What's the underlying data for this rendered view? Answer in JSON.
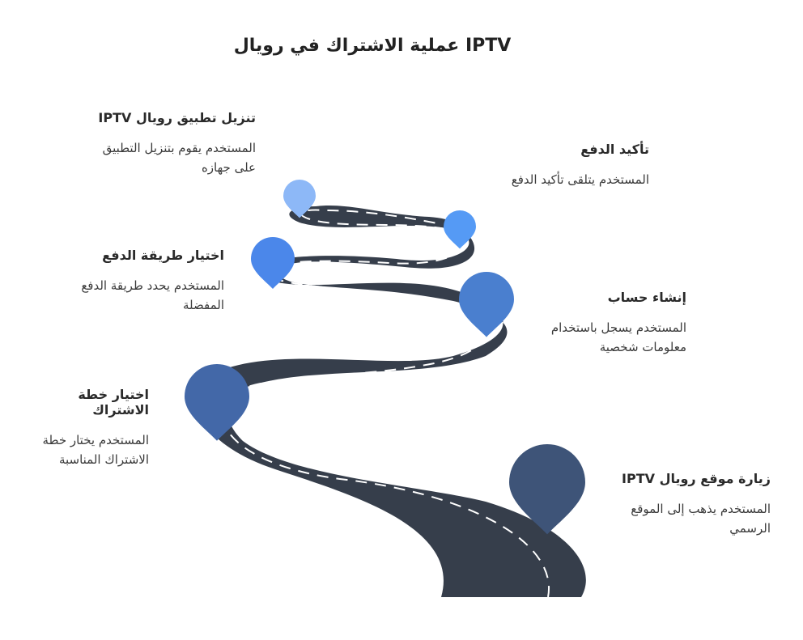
{
  "title": "عملية الاشتراك في رويال IPTV",
  "steps": [
    {
      "title": "زيارة موقع رويال IPTV",
      "desc": "المستخدم يذهب إلى الموقع الرسمي",
      "color": "#3e5478"
    },
    {
      "title": "اختيار خطة الاشتراك",
      "desc": "المستخدم يختار خطة الاشتراك المناسبة",
      "color": "#4368a8"
    },
    {
      "title": "إنشاء حساب",
      "desc": "المستخدم يسجل باستخدام معلومات شخصية",
      "color": "#4a7fcf"
    },
    {
      "title": "اختيار طريقة الدفع",
      "desc": "المستخدم يحدد طريقة الدفع المفضلة",
      "color": "#4b87ea"
    },
    {
      "title": "تأكيد الدفع",
      "desc": "المستخدم يتلقى تأكيد الدفع",
      "color": "#559af5"
    },
    {
      "title": "تنزيل تطبيق رويال IPTV",
      "desc": "المستخدم يقوم بتنزيل التطبيق على جهازه",
      "color": "#8db8f7"
    }
  ],
  "colors": {
    "road": "#363e4b",
    "lane": "#ffffff"
  }
}
